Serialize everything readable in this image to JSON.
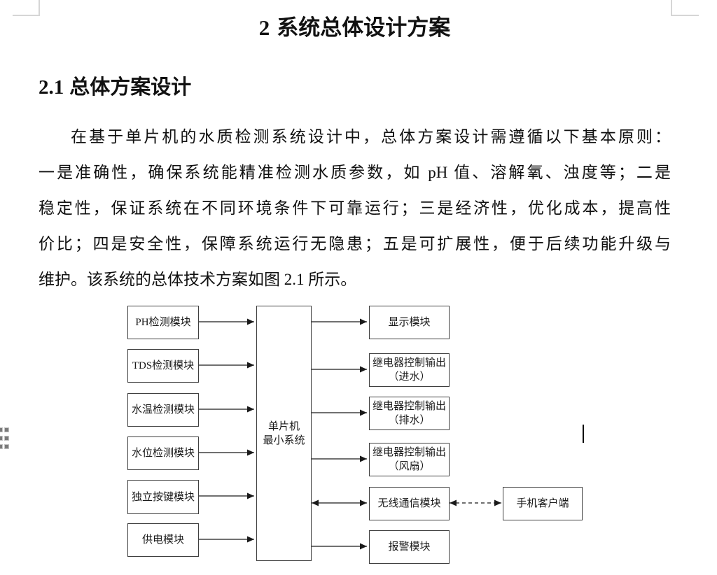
{
  "document": {
    "title": {
      "number": "2",
      "text": "系统总体设计方案"
    },
    "section": {
      "number": "2.1",
      "text": "总体方案设计"
    },
    "paragraph_lines": [
      "在基于单片机的水质检测系统设计中，总体方案设计需遵循以下基本原则：",
      "一是准确性，确保系统能精准检测水质参数，如 pH 值、溶解氧、浊度等；二是",
      "稳定性，保证系统在不同环境条件下可靠运行；三是经济性，优化成本，提高性",
      "价比；四是安全性，保障系统运行无隐患；五是可扩展性，便于后续功能升级与",
      "维护。该系统的总体技术方案如图 2.1 所示。"
    ]
  },
  "diagram": {
    "center_module": "单片机\n最小系统",
    "input_modules": [
      "PH检测模块",
      "TDS检测模块",
      "水温检测模块",
      "水位检测模块",
      "独立按键模块",
      "供电模块"
    ],
    "output_modules": [
      "显示模块",
      "继电器控制输出\n（进水）",
      "继电器控制输出\n（排水）",
      "继电器控制输出\n（风扇）",
      "无线通信模块",
      "报警模块"
    ],
    "external_module": "手机客户端",
    "line_color": "#1a1a1a",
    "box_border_color": "#3f3f3f"
  }
}
